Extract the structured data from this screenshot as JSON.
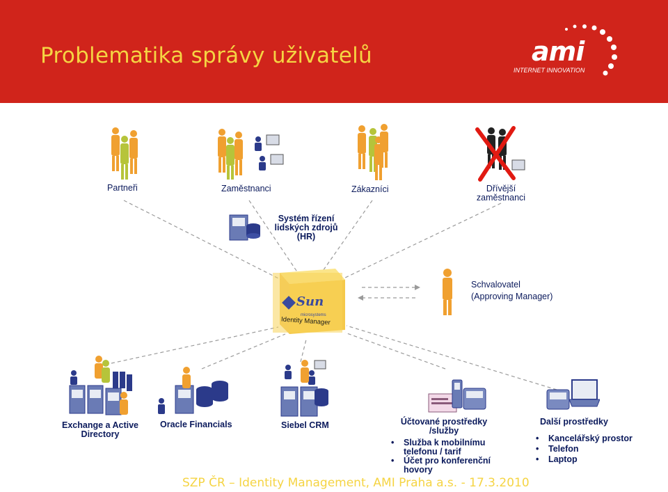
{
  "slide": {
    "title": "Problematika správy uživatelů",
    "footer": "SZP ČR – Identity Management, AMI Praha a.s. - 17.3.2010",
    "colors": {
      "header": "#d0241b",
      "title": "#f5d443",
      "label": "#0b1a5c",
      "person": "#f0a030",
      "person_alt": "#b6c43a",
      "box": "#f8d35a"
    }
  },
  "logo": {
    "word": "ami",
    "tagline": "INTERNET INNOVATION"
  },
  "top_groups": [
    {
      "label": "Partneři"
    },
    {
      "label": "Zaměstnanci"
    },
    {
      "label": "Zákazníci"
    },
    {
      "label_line1": "Dřívější",
      "label_line2": "zaměstnanci"
    }
  ],
  "hr": {
    "line1": "Systém řízení",
    "line2": "lidských zdrojů",
    "line3": "(HR)"
  },
  "center": {
    "brand": "Sun",
    "sub": "microsystems",
    "product": "Identity Manager"
  },
  "approver": {
    "line1": "Schvalovatel",
    "line2": "(Approving Manager)"
  },
  "bottom_groups": [
    {
      "line1": "Exchange a Active",
      "line2": "Directory"
    },
    {
      "line1": "Oracle Financials"
    },
    {
      "line1": "Siebel CRM"
    },
    {
      "line1": "Účtované prostředky",
      "line2": "/služby",
      "items": [
        "Služba k mobilnímu telefonu / tarif",
        "Účet pro konferenční hovory"
      ]
    },
    {
      "line1": "Další prostředky",
      "items": [
        "Kancelářský prostor",
        "Telefon",
        "Laptop"
      ]
    }
  ]
}
